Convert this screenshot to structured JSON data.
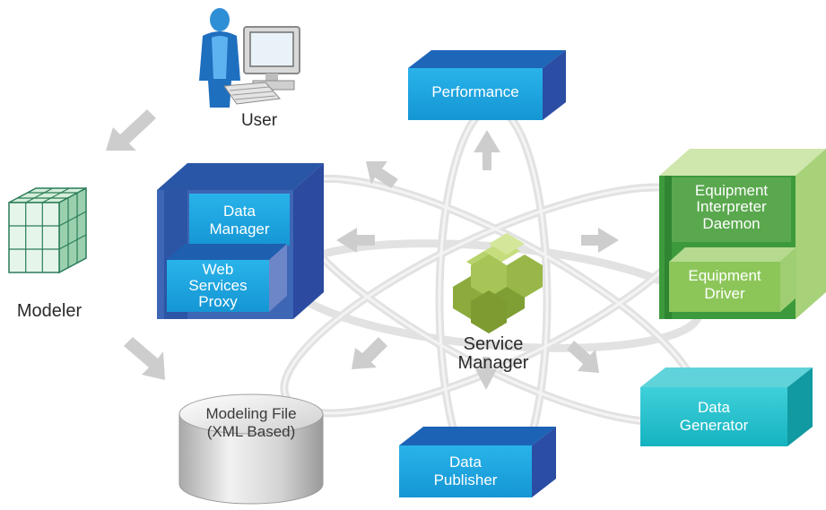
{
  "nodes": {
    "user": {
      "label": "User"
    },
    "modeler": {
      "label": "Modeler"
    },
    "modeling_file": {
      "lines": [
        "Modeling File",
        "(XML Based)"
      ]
    },
    "performance": {
      "label": "Performance"
    },
    "data_manager": {
      "lines": [
        "Data",
        "Manager"
      ]
    },
    "web_services_proxy": {
      "lines": [
        "Web",
        "Services",
        "Proxy"
      ]
    },
    "service_manager": {
      "lines": [
        "Service",
        "Manager"
      ]
    },
    "equipment_interpreter_daemon": {
      "lines": [
        "Equipment",
        "Interpreter",
        "Daemon"
      ]
    },
    "equipment_driver": {
      "lines": [
        "Equipment",
        "Driver"
      ]
    },
    "data_generator": {
      "lines": [
        "Data",
        "Generator"
      ]
    },
    "data_publisher": {
      "lines": [
        "Data",
        "Publisher"
      ]
    }
  },
  "colors": {
    "blue_front": "#1fa3df",
    "blue_side": "#2b4da3",
    "blue_top": "#1c63b6",
    "teal_front": "#1fc0cc",
    "teal_side": "#10999f",
    "green_dark": "#3f9b3e",
    "green_light": "#8fc85a",
    "green_top": "#c9e3a6",
    "olive": "#8aa83a",
    "arrow_grey": "#c8c8c8",
    "orbit_grey": "#e0e0e0"
  }
}
